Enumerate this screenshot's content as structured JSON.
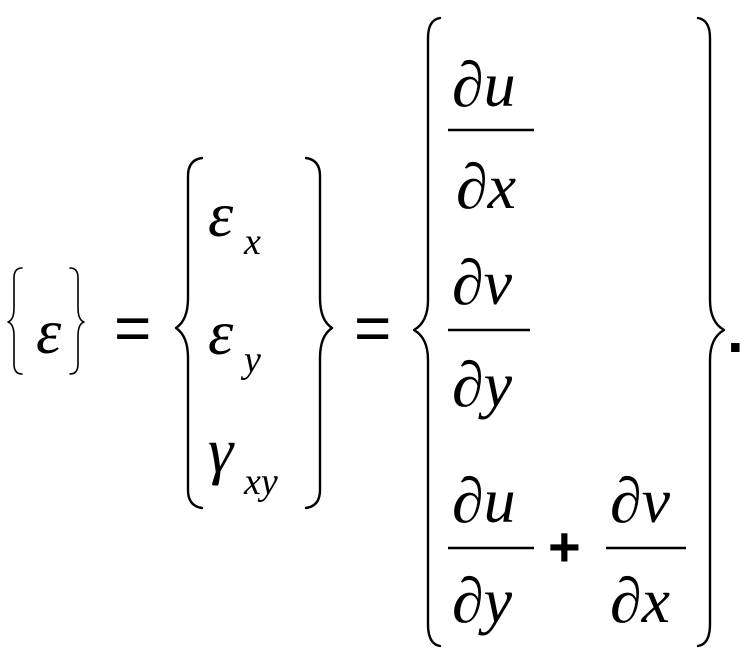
{
  "equation": {
    "lhs": {
      "symbol": "ε"
    },
    "equals": "=",
    "middle": {
      "row1": {
        "base": "ε",
        "sub": "x"
      },
      "row2": {
        "base": "ε",
        "sub": "y"
      },
      "row3": {
        "base": "γ",
        "sub": "xy"
      }
    },
    "right": {
      "partial": "∂",
      "row1": {
        "num_var": "u",
        "den_var": "x"
      },
      "row2": {
        "num_var": "v",
        "den_var": "y"
      },
      "row3": {
        "term1": {
          "num_var": "u",
          "den_var": "y"
        },
        "plus": "+",
        "term2": {
          "num_var": "v",
          "den_var": "x"
        }
      }
    },
    "terminator": "."
  }
}
